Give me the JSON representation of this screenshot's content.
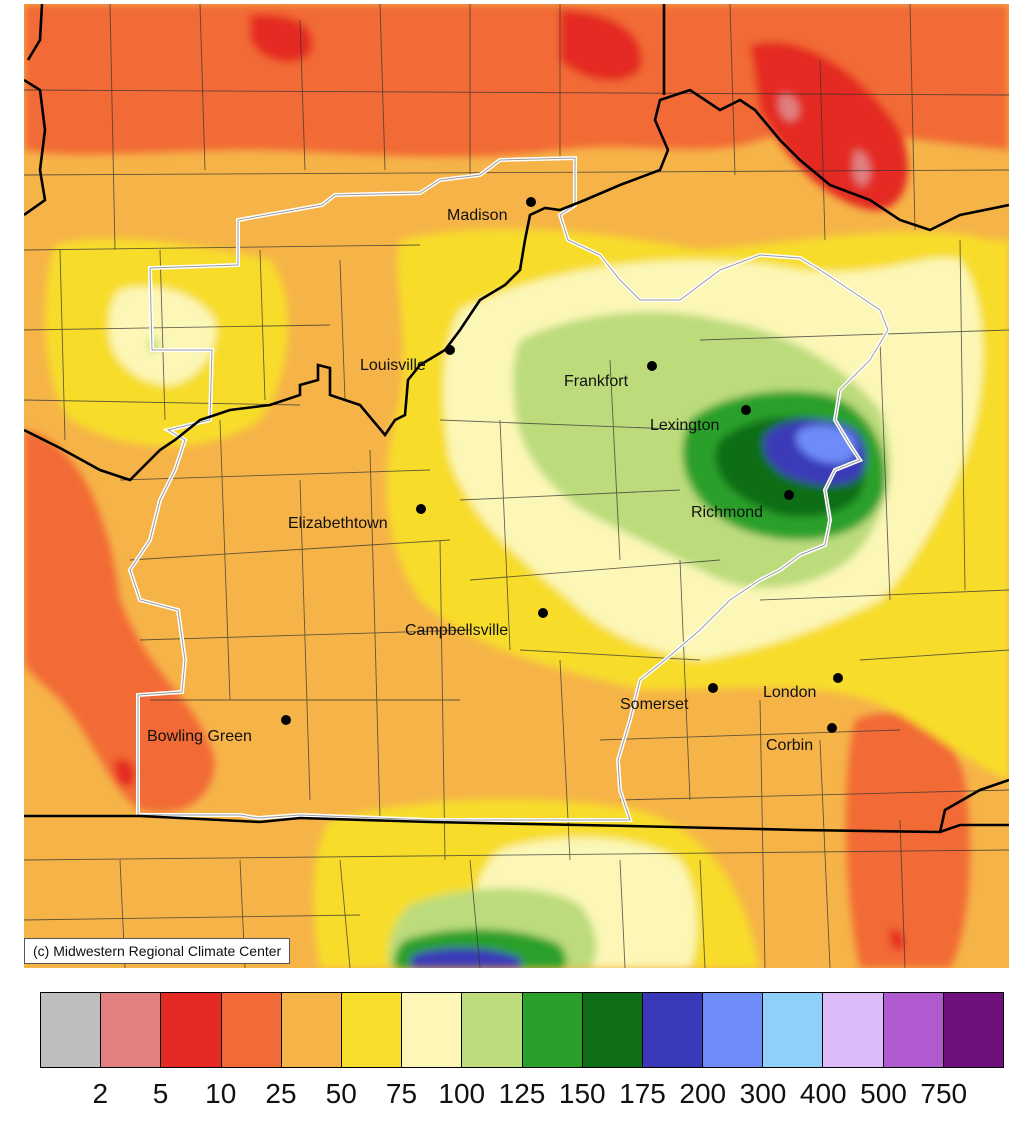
{
  "map": {
    "credit": "(c) Midwestern Regional Climate Center",
    "cities": [
      {
        "name": "Madison",
        "lon": 531,
        "lat": 202
      },
      {
        "name": "Louisville",
        "lon": 450,
        "lat": 350
      },
      {
        "name": "Frankfort",
        "lon": 652,
        "lat": 366
      },
      {
        "name": "Lexington",
        "lon": 746,
        "lat": 410
      },
      {
        "name": "Richmond",
        "lon": 789,
        "lat": 495
      },
      {
        "name": "Elizabethtown",
        "lon": 421,
        "lat": 509
      },
      {
        "name": "Campbellsville",
        "lon": 543,
        "lat": 613
      },
      {
        "name": "Somerset",
        "lon": 713,
        "lat": 688
      },
      {
        "name": "London",
        "lon": 838,
        "lat": 678
      },
      {
        "name": "Corbin",
        "lon": 832,
        "lat": 728
      },
      {
        "name": "Bowling Green",
        "lon": 286,
        "lat": 720
      }
    ]
  },
  "legend": {
    "colors": [
      "#bebebe",
      "#e08080",
      "#e42a22",
      "#f26a36",
      "#f6b448",
      "#f7dd2c",
      "#fcf7b6",
      "#bcdc7c",
      "#2aa02a",
      "#0f6e18",
      "#3a3ab8",
      "#6e8cf8",
      "#8ed0f8",
      "#dcbcf8",
      "#b05ad0",
      "#70107c"
    ],
    "ticks": [
      "2",
      "5",
      "10",
      "25",
      "50",
      "75",
      "100",
      "125",
      "150",
      "175",
      "200",
      "300",
      "400",
      "500",
      "750"
    ]
  },
  "colors": {
    "state_border": "#000000",
    "county_border": "#333333",
    "region_outline": "#ffffff"
  }
}
